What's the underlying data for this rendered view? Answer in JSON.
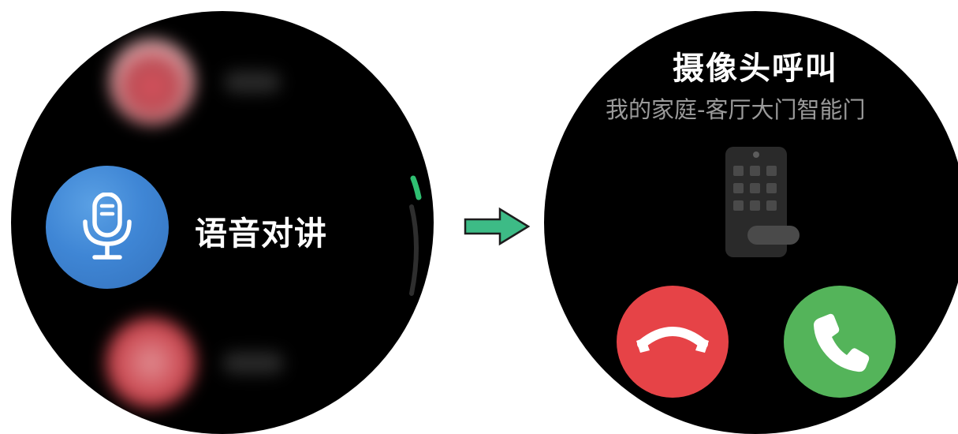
{
  "left_screen": {
    "menu_item_label": "语音对讲",
    "menu_item_icon": "microphone-icon",
    "accent_color": "#3f86d5",
    "scrollbar_color": "#2fbf71"
  },
  "transition_arrow": {
    "icon": "arrow-right-icon",
    "color": "#3dbb86"
  },
  "right_screen": {
    "title": "摄像头呼叫",
    "subtitle": "我的家庭-客厅大门智能门",
    "device_icon": "smart-door-lock-icon",
    "decline_icon": "hang-up-icon",
    "decline_color": "#e64347",
    "accept_icon": "phone-icon",
    "accept_color": "#54b45a"
  }
}
